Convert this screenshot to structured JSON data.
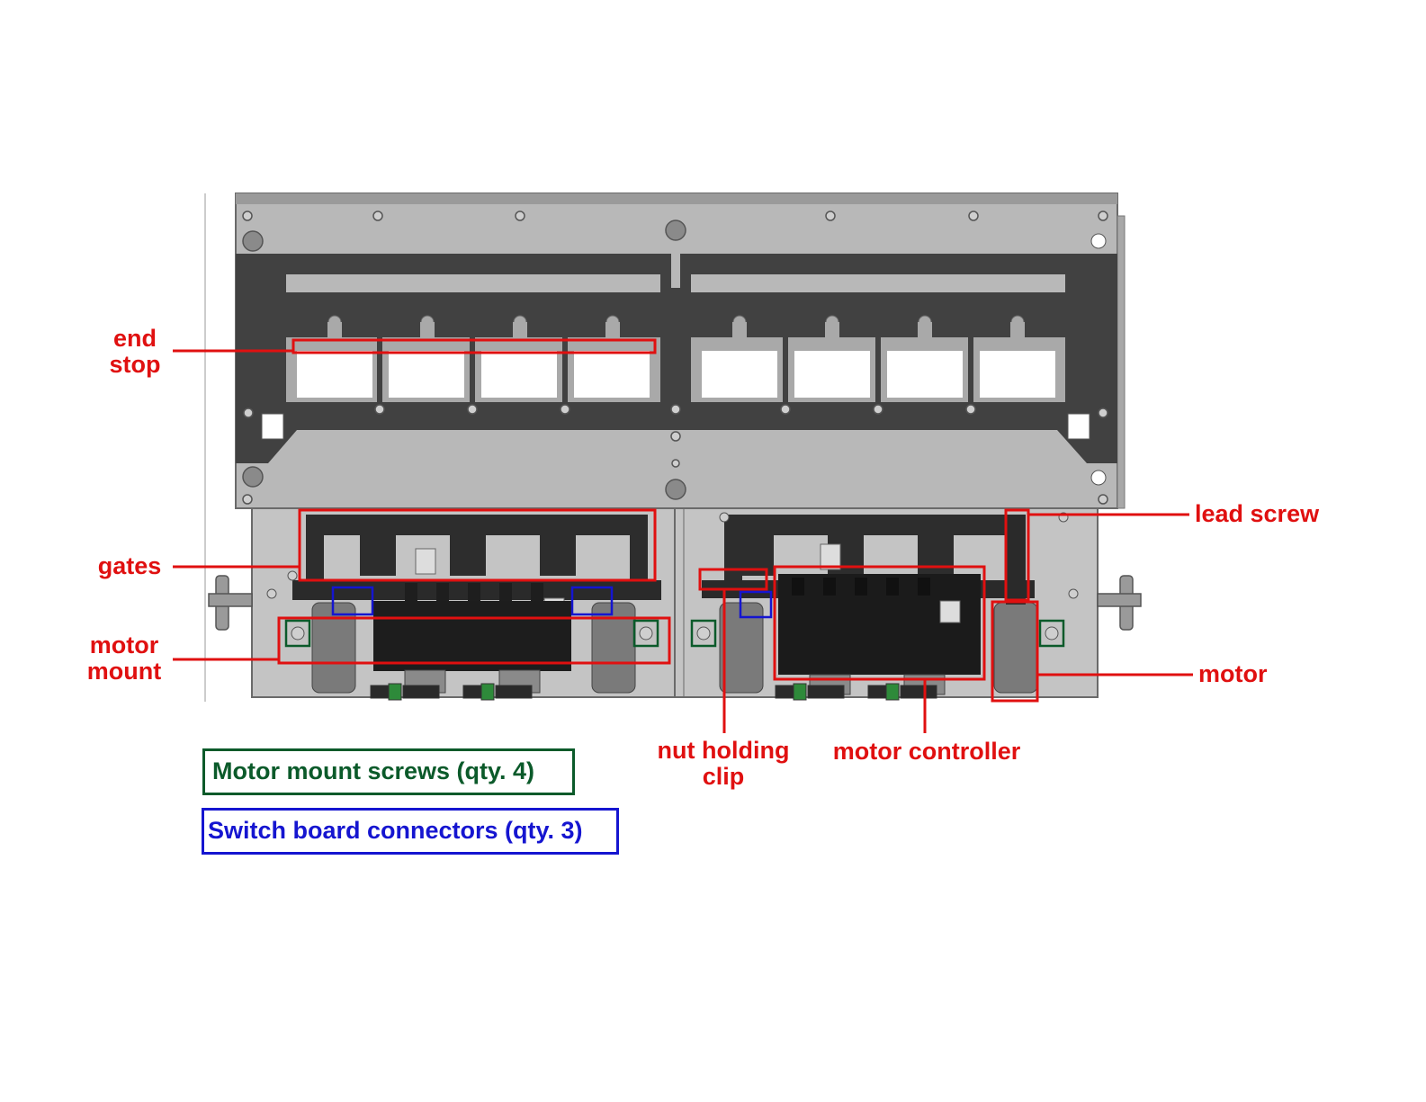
{
  "labels": {
    "end_stop": "end\nstop",
    "gates": "gates",
    "motor_mount": "motor\nmount",
    "lead_screw": "lead screw",
    "motor": "motor",
    "nut_holding_clip": "nut holding\nclip",
    "motor_controller": "motor controller"
  },
  "legend": {
    "motor_mount_screws": "Motor mount screws (qty. 4)",
    "switch_board_connectors": "Switch board connectors (qty. 3)"
  },
  "colors": {
    "callout": "#e01010",
    "motor_mount_screws": "#0b5a2a",
    "switch_board_connectors": "#1515d0"
  }
}
